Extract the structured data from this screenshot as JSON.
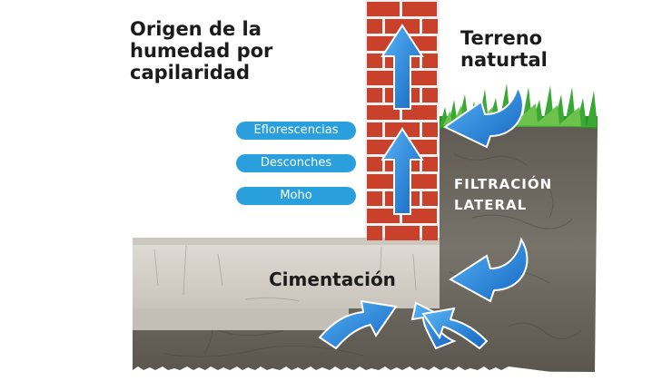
{
  "title": "Origen de la\nhumedad por\ncapilaridad",
  "terreno": "Terreno\nnaturtal",
  "effects": [
    {
      "label": "Eflorescencias"
    },
    {
      "label": "Desconches"
    },
    {
      "label": "Moho"
    }
  ],
  "filtracion": "FILTRACIÓN\nLATERAL",
  "cimentacion": "Cimentación",
  "colors": {
    "brick": "#c9412b",
    "mortar": "#f1f1f1",
    "arrow_blue": "#1e7fd6",
    "pill_blue": "#2a9fdd",
    "soil": "#6f6b63",
    "concrete": "#d7d3cc",
    "grass": "#3aa834"
  }
}
